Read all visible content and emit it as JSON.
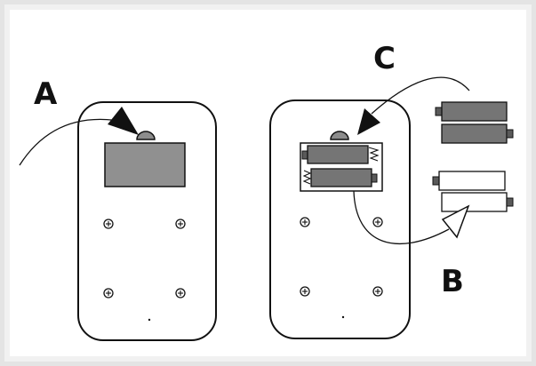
{
  "labels": {
    "a": "A",
    "b": "B",
    "c": "C"
  },
  "colors": {
    "frame_outer": "#e4e4e4",
    "frame_inner": "#f1f1f1",
    "panel": "#ffffff",
    "line": "#111111",
    "cover_plate": "#909090",
    "battery_dark": "#757575",
    "battery_cap": "#5a5a5a",
    "battery_light": "#ffffff",
    "button": "#8c8c8c"
  }
}
